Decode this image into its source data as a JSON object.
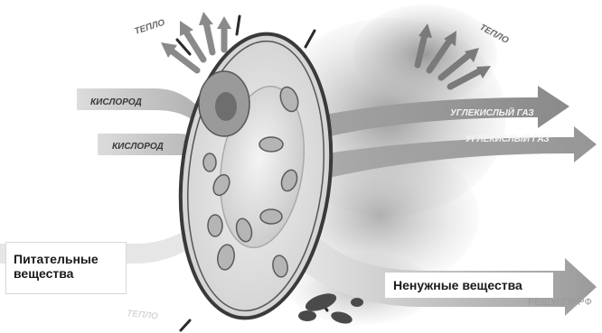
{
  "labels": {
    "heat_left": "ТЕПЛО",
    "heat_right": "ТЕПЛО",
    "oxygen_top": "КИСЛОРОД",
    "oxygen_bottom": "КИСЛОРОД",
    "co2_top": "УГЛЕКИСЛЫЙ ГАЗ",
    "co2_bottom": "УГЛЕКИСЛЫЙ ГАЗ",
    "nutrients_line1": "Питательные",
    "nutrients_line2": "вещества",
    "waste": "Ненужные вещества",
    "faint_bottom": "ТЕПЛО",
    "watermark": "РЕШУВПР.РФ"
  }
}
